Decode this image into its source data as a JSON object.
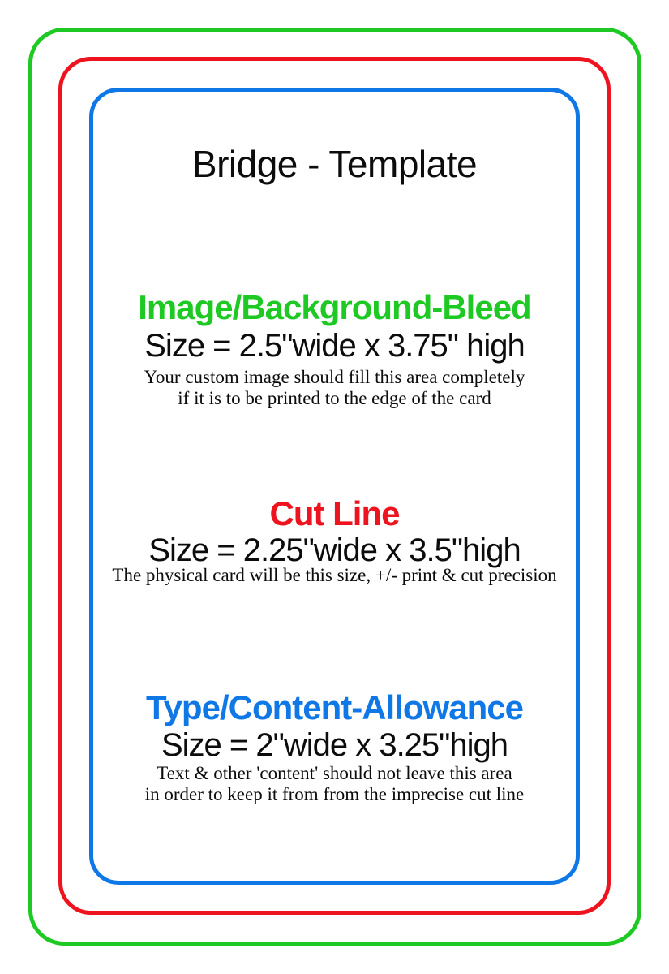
{
  "title": "Bridge - Template",
  "colors": {
    "text": "#0c0c0c",
    "background": "#ffffff",
    "bleed_green": "#1dc922",
    "cut_red": "#ed1420",
    "content_blue": "#0f78e6"
  },
  "sections": [
    {
      "id": "bleed",
      "accent": "#1dc922",
      "heading": "Image/Background-Bleed",
      "size": "Size = 2.5\"wide x 3.75\" high",
      "notes": [
        "Your custom image should fill this area completely",
        "if it is to be printed to the edge of the card"
      ]
    },
    {
      "id": "cut",
      "accent": "#ed1420",
      "heading": "Cut Line",
      "size": "Size = 2.25\"wide x 3.5\"high",
      "notes": [
        "The physical card will be this size, +/- print & cut precision"
      ]
    },
    {
      "id": "content",
      "accent": "#0f78e6",
      "heading": "Type/Content-Allowance",
      "size": "Size = 2\"wide x 3.25\"high",
      "notes": [
        "Text & other 'content' should not leave this area",
        "in order to keep it from from the imprecise cut line"
      ]
    }
  ]
}
